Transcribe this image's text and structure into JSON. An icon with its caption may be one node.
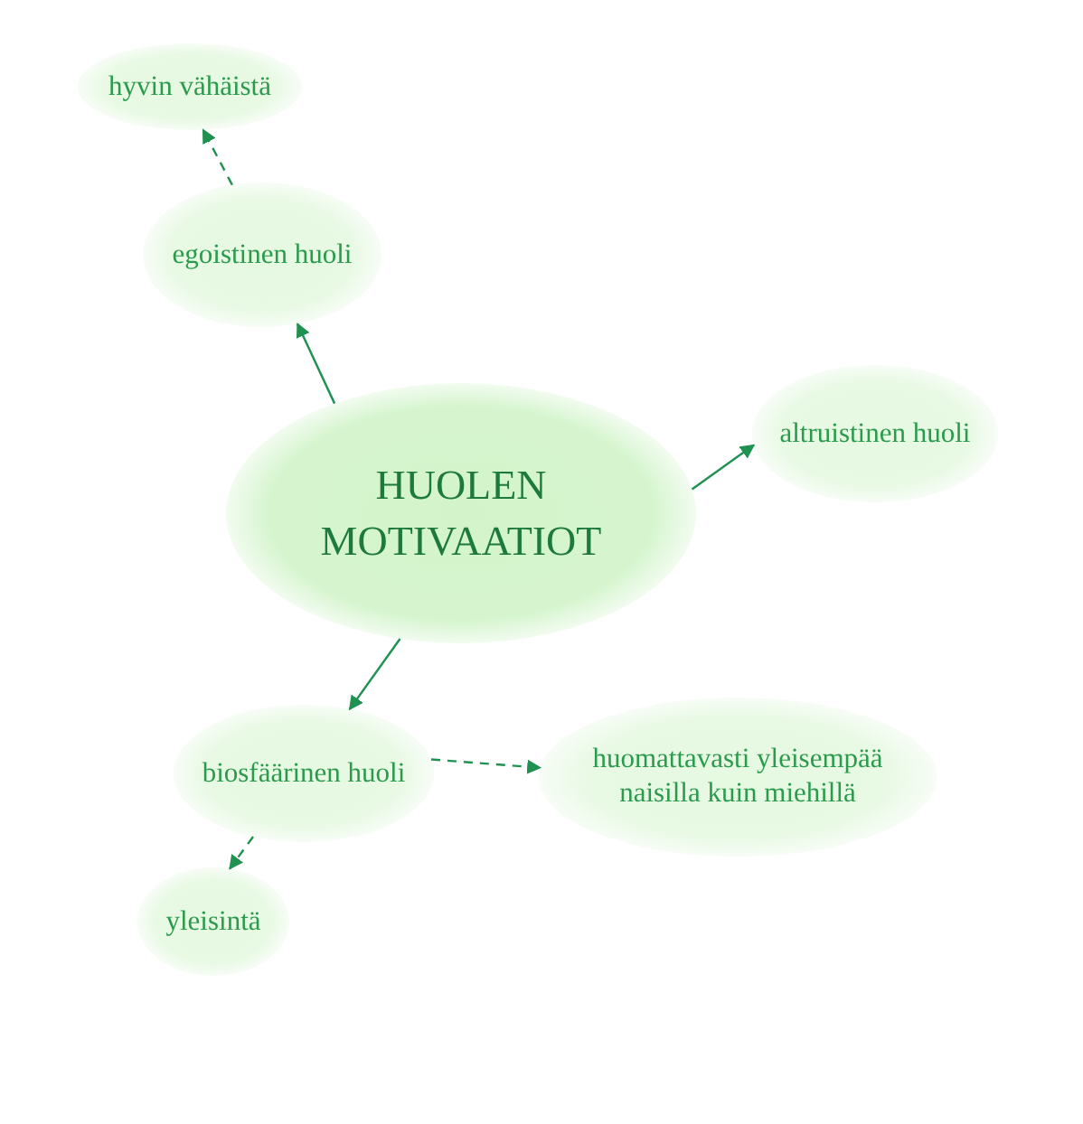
{
  "diagram": {
    "nodes": [
      {
        "text": [
          "hyvin vähäistä"
        ]
      },
      {
        "text": [
          "egoistinen huoli"
        ]
      },
      {
        "text": [
          "HUOLEN MOTIVAATIOT"
        ]
      },
      {
        "text": [
          "altruistinen huoli"
        ]
      },
      {
        "text": [
          "biosfäärinen huoli"
        ]
      },
      {
        "text": [
          "huomattavasti yleisempää naisilla kuin miehillä"
        ]
      },
      {
        "text": [
          "yleisintä"
        ]
      }
    ],
    "edges": [
      {
        "from": 2,
        "to": 1,
        "arrow": "to"
      },
      {
        "from": 1,
        "to": 0,
        "arrow": "to",
        "style": "dashed"
      },
      {
        "from": 2,
        "to": 3,
        "arrow": "to"
      },
      {
        "from": 2,
        "to": 4,
        "arrow": "to"
      },
      {
        "from": 4,
        "to": 5,
        "arrow": "to",
        "style": "dashed"
      },
      {
        "from": 4,
        "to": 6,
        "arrow": "to",
        "style": "dashed"
      }
    ]
  }
}
